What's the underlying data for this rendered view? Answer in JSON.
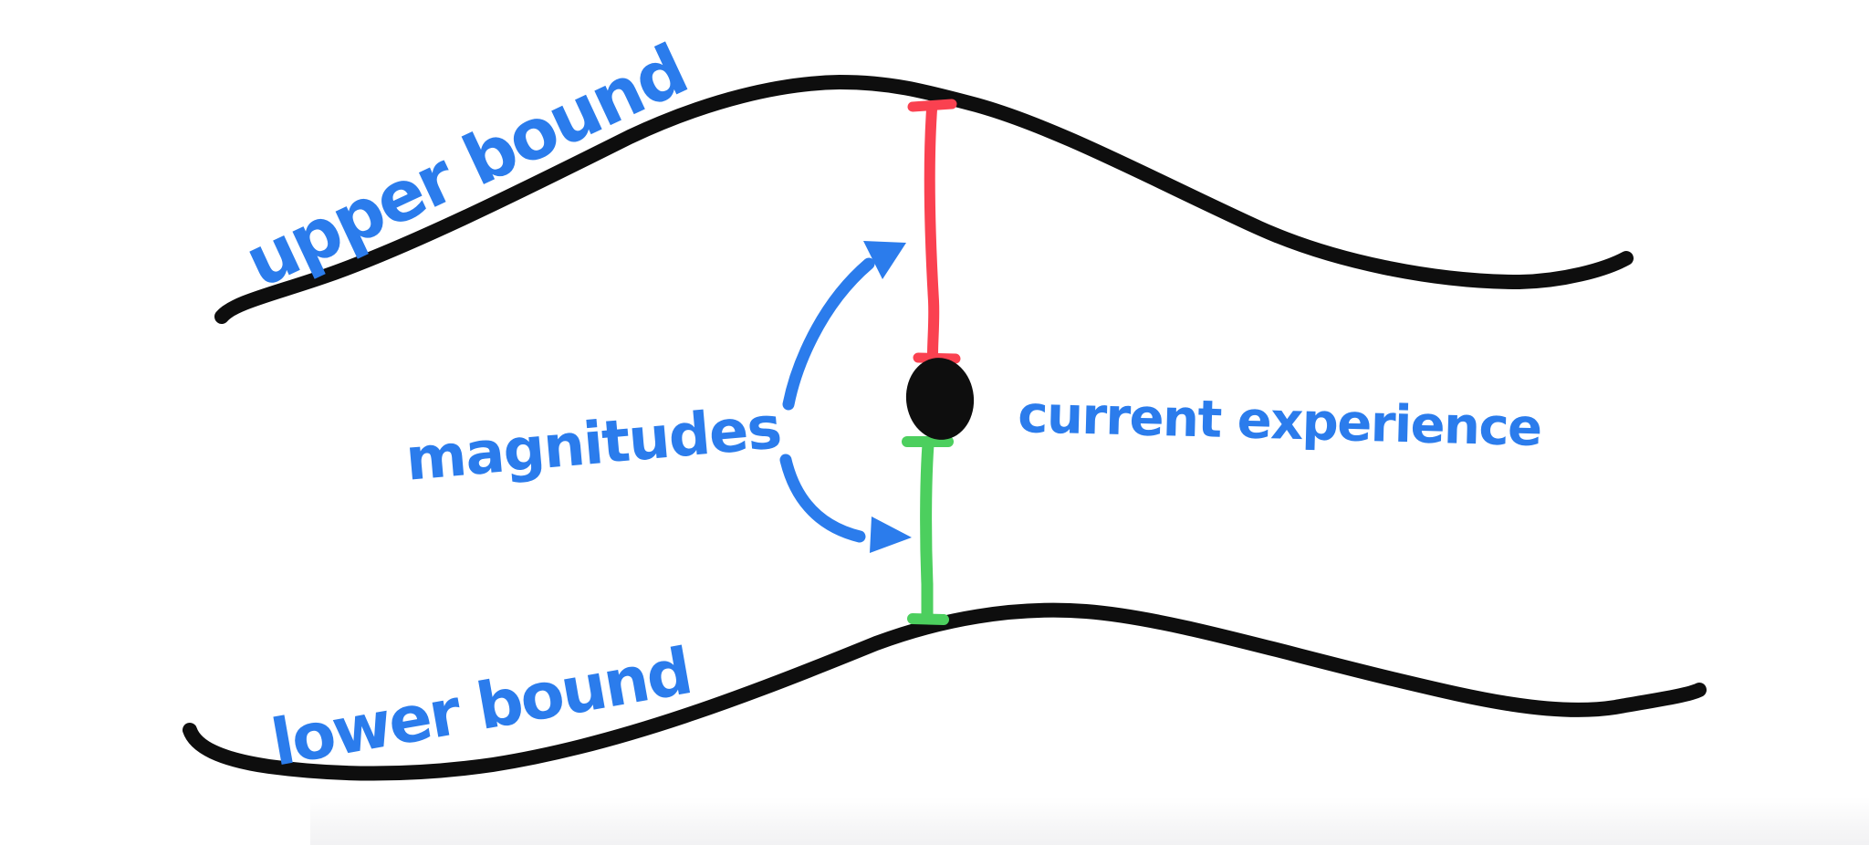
{
  "labels": {
    "upper_bound": "upper bound",
    "magnitudes": "magnitudes",
    "current_experience": "current experience",
    "lower_bound": "lower bound"
  },
  "colors": {
    "annotation_blue": "#2b7cec",
    "magnitude_upper_red": "#fa4150",
    "magnitude_lower_green": "#4ccf5e",
    "ink_black": "#0e0e0e"
  }
}
